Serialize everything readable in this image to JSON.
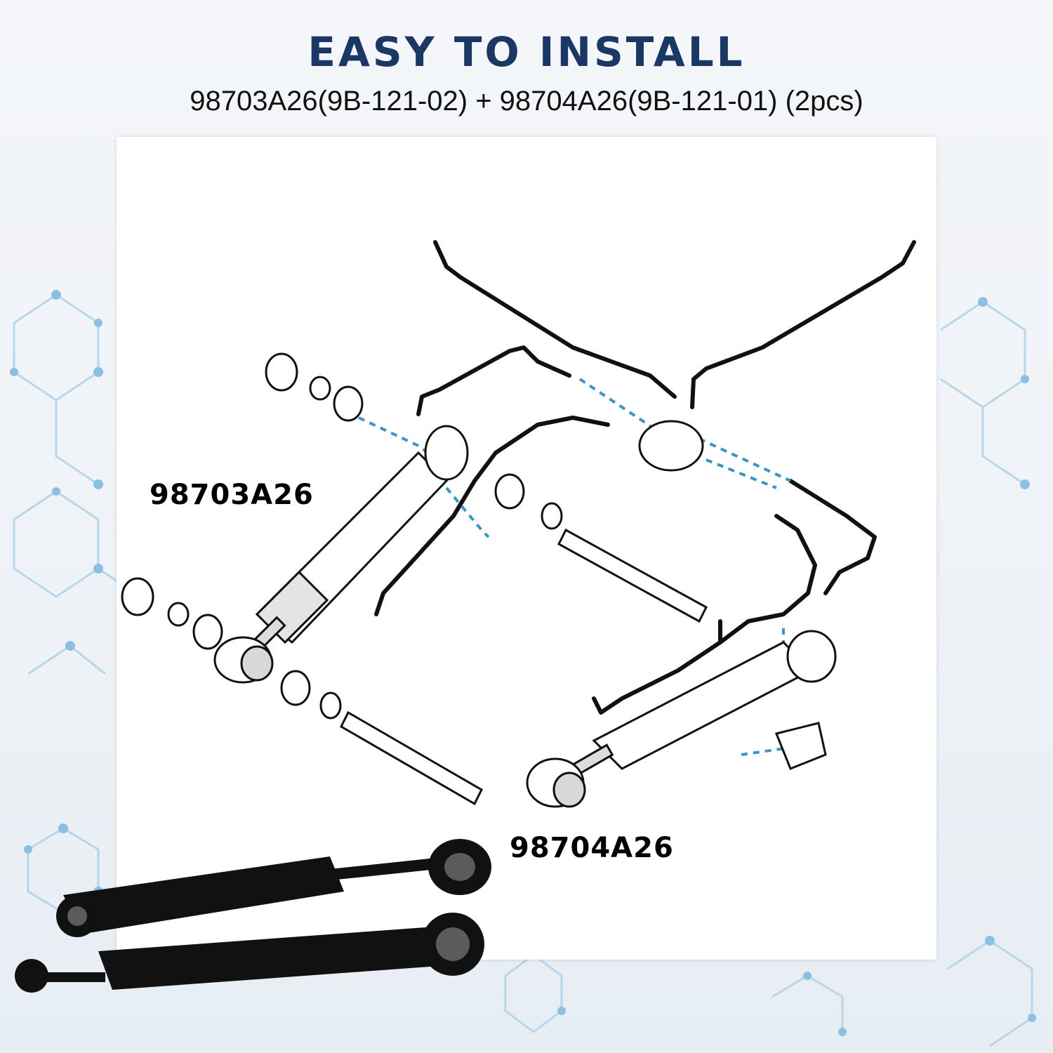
{
  "header": {
    "title": "EASY TO INSTALL",
    "subtitle": "98703A26(9B-121-02) + 98704A26(9B-121-01) (2pcs)"
  },
  "diagram": {
    "labels": {
      "part_a": "98703A26",
      "part_b": "98704A26"
    }
  },
  "colors": {
    "title": "#1b3764",
    "dashed_guide": "#3a94c8",
    "network": "#9fc8e6"
  }
}
